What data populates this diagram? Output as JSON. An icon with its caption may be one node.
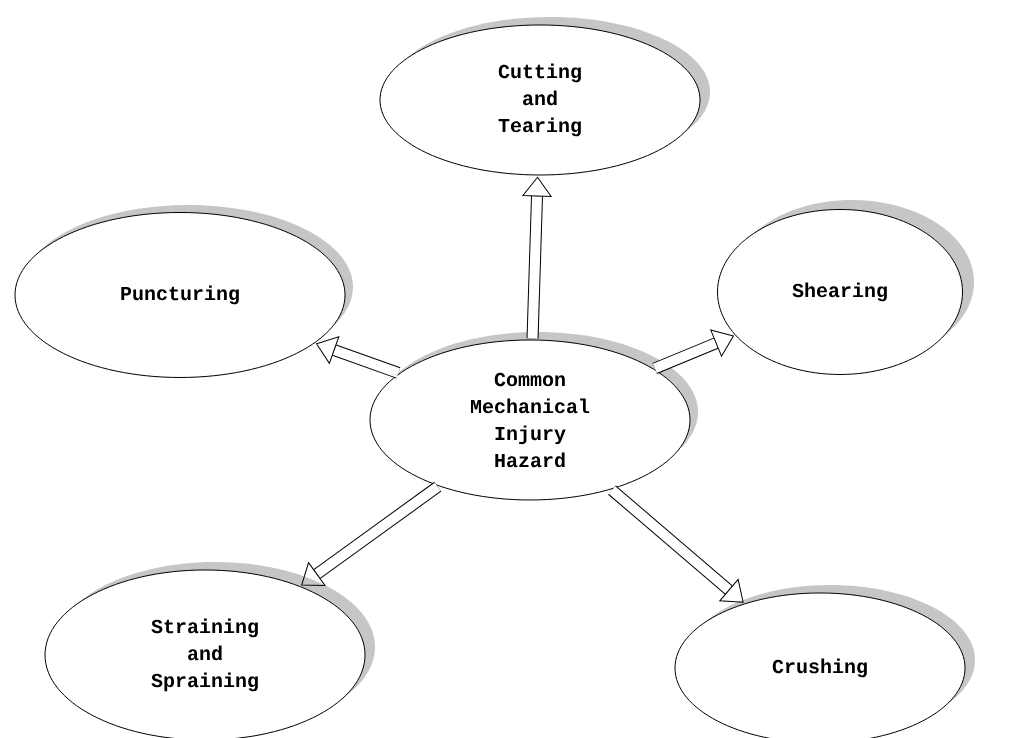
{
  "diagram": {
    "nodes": [
      {
        "text": [
          "Cutting and Tearing"
        ]
      },
      {
        "text": [
          "Puncturing"
        ]
      },
      {
        "text": [
          "Shearing"
        ]
      },
      {
        "text": [
          "Common Mechanical Injury Hazard"
        ]
      },
      {
        "text": [
          "Straining and Spraining"
        ]
      },
      {
        "text": [
          "Crushing"
        ]
      }
    ],
    "edges": [
      {
        "from": 3,
        "to": 0,
        "arrow": "to"
      },
      {
        "from": 3,
        "to": 1,
        "arrow": "to"
      },
      {
        "from": 3,
        "to": 2,
        "arrow": "to"
      },
      {
        "from": 3,
        "to": 4,
        "arrow": "to"
      },
      {
        "from": 3,
        "to": 5,
        "arrow": "to"
      }
    ]
  }
}
